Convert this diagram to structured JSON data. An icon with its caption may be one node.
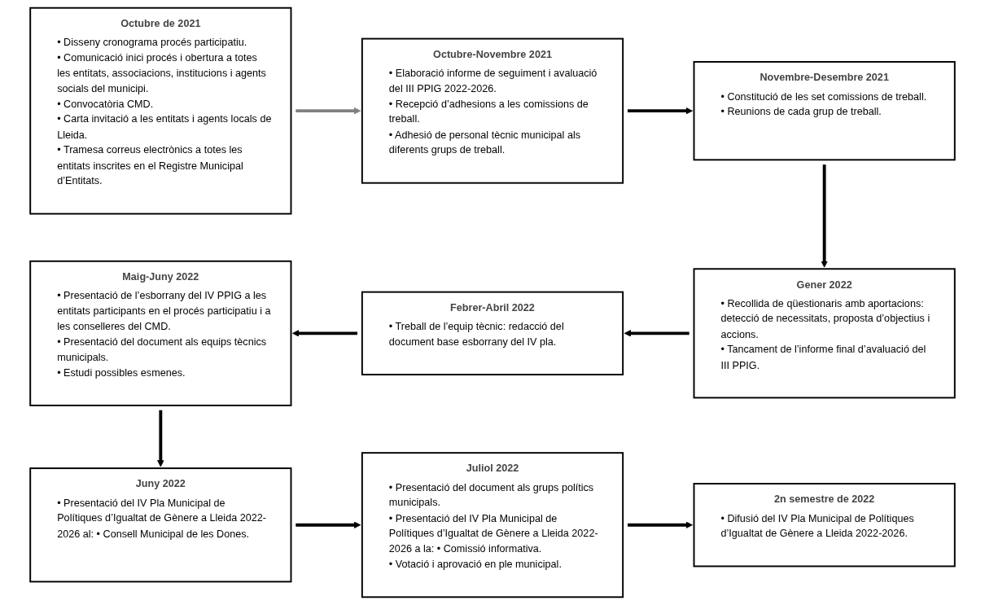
{
  "diagram": {
    "nodes": [
      {
        "text": [
          "Octubre de 2021",
          "• Disseny cronograma procés participatiu.",
          "• Comunicació inici procés i obertura a totes les entitats, associacions, institucions i agents socials del municipi.",
          "• Convocatòria CMD.",
          "• Carta invitació a les entitats i agents locals de Lleida.",
          "• Tramesa correus electrònics a totes les entitats inscrites en el Registre Municipal d’Entitats."
        ]
      },
      {
        "text": [
          "Octubre-Novembre 2021",
          "• Elaboració informe de seguiment i avaluació del III PPIG 2022-2026.",
          "• Recepció d’adhesions a les comissions de treball.",
          "• Adhesió de personal tècnic municipal als diferents grups de treball."
        ]
      },
      {
        "text": [
          "Novembre-Desembre 2021",
          "• Constitució de les set comissions de treball.",
          "• Reunions de cada grup de treball."
        ]
      },
      {
        "text": [
          "Gener 2022",
          "• Recollida de qüestionaris amb aportacions: detecció de necessitats, proposta d’objectius i accions.",
          "• Tancament de l’informe final d’avaluació del III PPIG."
        ]
      },
      {
        "text": [
          "Febrer-Abril 2022",
          "• Treball de l’equip tècnic: redacció del document base esborrany del IV pla."
        ]
      },
      {
        "text": [
          "Maig-Juny 2022",
          "• Presentació de l’esborrany del IV PPIG a les entitats participants en el procés participatiu i a les conselleres del CMD.",
          "• Presentació del document als equips tècnics municipals.",
          "• Estudi possibles esmenes."
        ]
      },
      {
        "text": [
          "Juny 2022",
          "• Presentació del IV Pla Municipal de Polítiques d’Igualtat de Gènere a Lleida 2022-2026 al: • Consell Municipal de les Dones."
        ]
      },
      {
        "text": [
          "Juliol 2022",
          "• Presentació del document als grups polítics municipals.",
          "• Presentació del IV Pla Municipal de Polítiques d’Igualtat de Gènere a Lleida 2022-2026 a la: • Comissió informativa.",
          "• Votació i aprovació en ple municipal."
        ]
      },
      {
        "text": [
          "2n semestre de 2022",
          "• Difusió del IV Pla Municipal de Polítiques d’Igualtat de Gènere a Lleida 2022-2026."
        ]
      }
    ],
    "edges": [
      {
        "from": 0,
        "to": 1,
        "arrow": "to",
        "color": "#808080"
      },
      {
        "from": 1,
        "to": 2,
        "arrow": "to"
      },
      {
        "from": 2,
        "to": 3,
        "arrow": "to"
      },
      {
        "from": 3,
        "to": 4,
        "arrow": "to"
      },
      {
        "from": 4,
        "to": 5,
        "arrow": "to"
      },
      {
        "from": 5,
        "to": 6,
        "arrow": "to"
      },
      {
        "from": 6,
        "to": 7,
        "arrow": "to"
      },
      {
        "from": 7,
        "to": 8,
        "arrow": "to"
      }
    ]
  }
}
